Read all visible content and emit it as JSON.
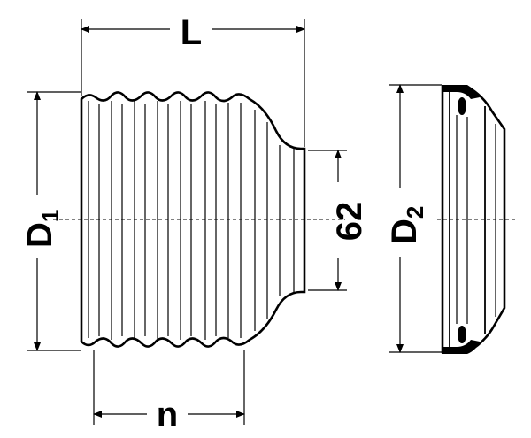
{
  "dimensions": {
    "length": "L",
    "diameter_1_main": "D",
    "diameter_1_sub": "1",
    "diameter_2_main": "D",
    "diameter_2_sub": "2",
    "neck_diameter": "62",
    "convolution_span": "n"
  }
}
